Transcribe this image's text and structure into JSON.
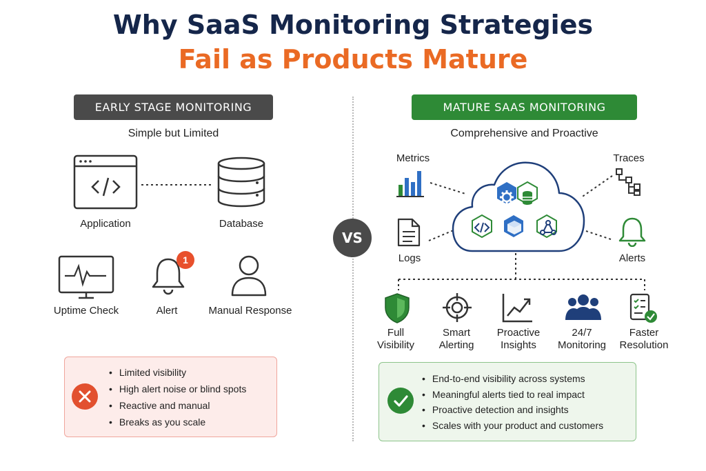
{
  "title": {
    "line1": "Why SaaS Monitoring Strategies",
    "line2": "Fail as Products Mature"
  },
  "left": {
    "header": "EARLY STAGE MONITORING",
    "subtitle": "Simple but Limited",
    "nodes": {
      "application": "Application",
      "database": "Database",
      "uptime": "Uptime Check",
      "alert": "Alert",
      "alert_badge": "1",
      "manual": "Manual Response"
    },
    "bullets": [
      "Limited visibility",
      "High alert noise or blind spots",
      "Reactive and manual",
      "Breaks as you scale"
    ]
  },
  "vs": "VS",
  "right": {
    "header": "MATURE SAAS MONITORING",
    "subtitle": "Comprehensive and Proactive",
    "sources": {
      "metrics": "Metrics",
      "traces": "Traces",
      "logs": "Logs",
      "alerts": "Alerts"
    },
    "capabilities": [
      {
        "line1": "Full",
        "line2": "Visibility"
      },
      {
        "line1": "Smart",
        "line2": "Alerting"
      },
      {
        "line1": "Proactive",
        "line2": "Insights"
      },
      {
        "line1": "24/7",
        "line2": "Monitoring"
      },
      {
        "line1": "Faster",
        "line2": "Resolution"
      }
    ],
    "bullets": [
      "End-to-end visibility across systems",
      "Meaningful alerts tied to real impact",
      "Proactive detection and insights",
      "Scales with your product and customers"
    ]
  },
  "colors": {
    "navy": "#15264a",
    "orange": "#ea6a24",
    "dark_gray": "#4a4a4a",
    "green": "#2e8a36",
    "blue": "#2f6fc4",
    "red": "#e2502f"
  },
  "icons": [
    "code-window-icon",
    "database-icon",
    "heartbeat-monitor-icon",
    "bell-icon",
    "user-icon",
    "bar-chart-icon",
    "document-icon",
    "trace-tree-icon",
    "cloud-icon",
    "gear-icon",
    "code-icon",
    "cube-icon",
    "network-icon",
    "shield-check-icon",
    "crosshair-icon",
    "trend-line-icon",
    "team-icon",
    "checklist-icon",
    "x-icon",
    "check-icon"
  ]
}
